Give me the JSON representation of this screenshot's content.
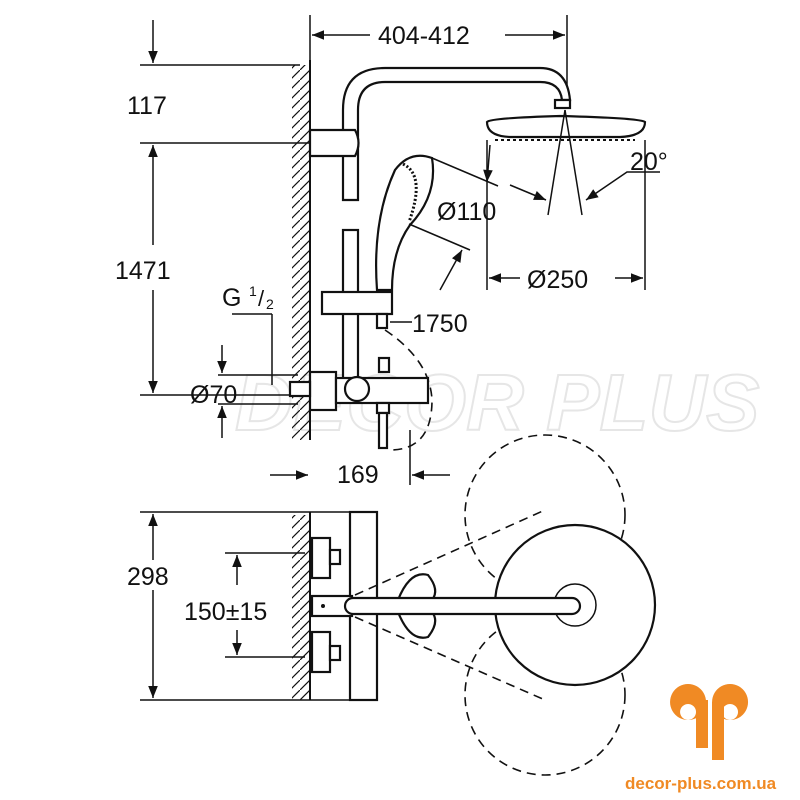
{
  "dimensions": {
    "width_arm": "404-412",
    "top_offset": "117",
    "rail_height": "1471",
    "thread": "G",
    "thread_fraction_num": "1",
    "thread_fraction_den": "2",
    "rose_diameter": "Ø70",
    "handshower_diameter": "Ø110",
    "head_diameter": "Ø250",
    "spray_angle": "20°",
    "hose_length": "1750",
    "mixer_depth": "169",
    "top_view_width": "298",
    "connection_spacing": "150±15"
  },
  "watermark": "DECOR PLUS",
  "logo": {
    "mark": "dp",
    "url": "decor-plus.com.ua",
    "color": "#f08a24"
  }
}
